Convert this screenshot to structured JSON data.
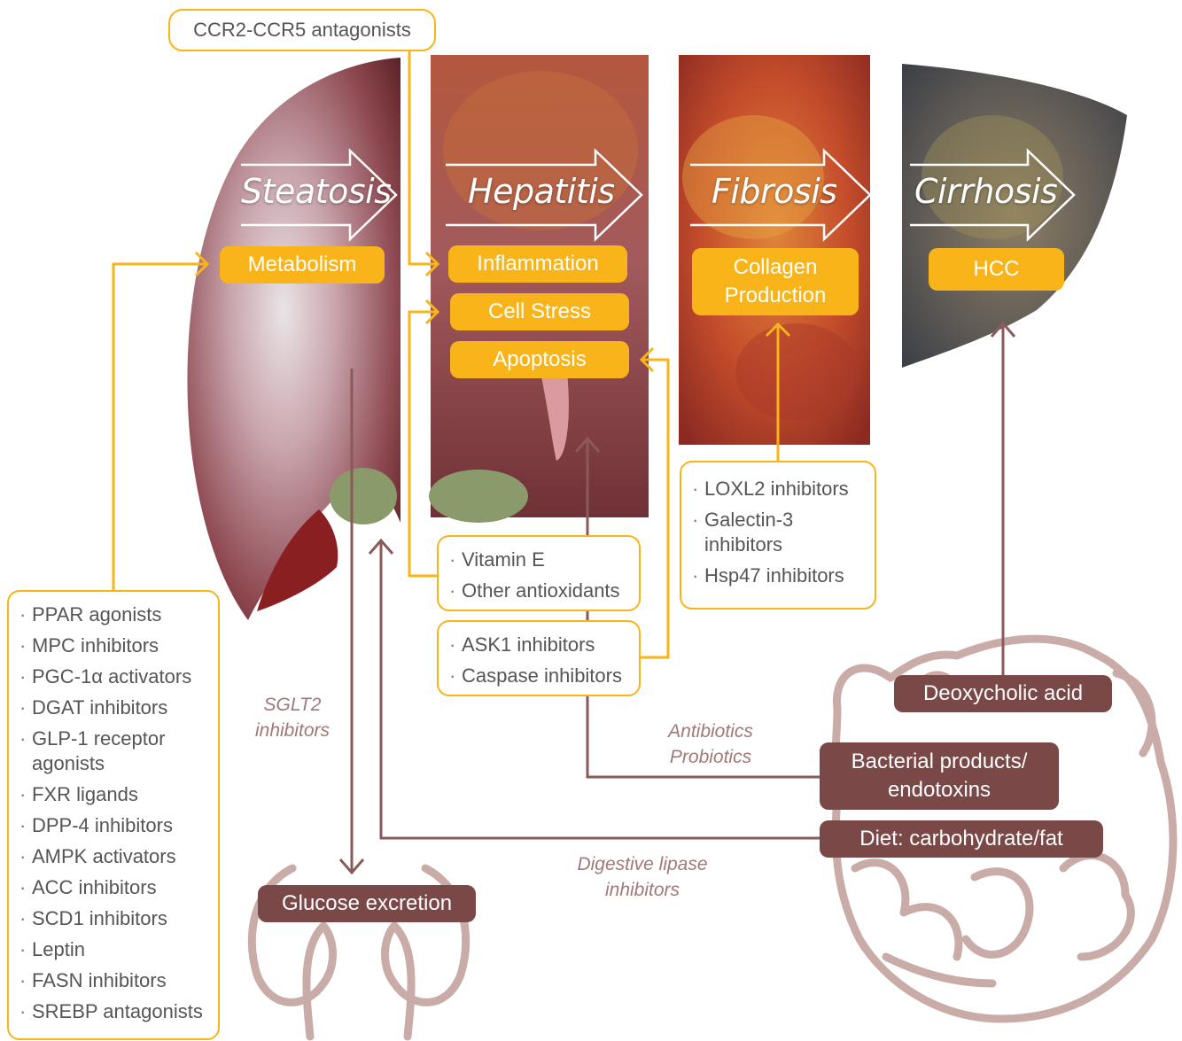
{
  "stages": [
    "Steatosis",
    "Hepatitis",
    "Fibrosis",
    "Cirrhosis"
  ],
  "processes": {
    "metabolism": "Metabolism",
    "inflammation": "Inflammation",
    "cell_stress": "Cell Stress",
    "apoptosis": "Apoptosis",
    "collagen_line1": "Collagen",
    "collagen_line2": "Production",
    "hcc": "HCC"
  },
  "ccr_box": "CCR2-CCR5 antagonists",
  "metabolic_drugs": [
    "PPAR agonists",
    "MPC inhibitors",
    "PGC-1α activators",
    "DGAT inhibitors",
    "GLP-1 receptor agonists",
    "FXR ligands",
    "DPP-4 inhibitors",
    "AMPK activators",
    "ACC inhibitors",
    "SCD1 inhibitors",
    "Leptin",
    "FASN inhibitors",
    "SREBP antagonists"
  ],
  "antioxidants": [
    "Vitamin E",
    "Other antioxidants"
  ],
  "apoptosis_drugs": [
    "ASK1 inhibitors",
    "Caspase inhibitors"
  ],
  "fibrosis_drugs": [
    "LOXL2 inhibitors",
    "Galectin-3 inhibitors",
    "Hsp47 inhibitors"
  ],
  "gut": {
    "deoxycholic": "Deoxycholic acid",
    "bacterial_line1": "Bacterial products/",
    "bacterial_line2": "endotoxins",
    "diet": "Diet: carbohydrate/fat"
  },
  "kidney": {
    "glucose": "Glucose excretion"
  },
  "notes": {
    "sglt2_line1": "SGLT2",
    "sglt2_line2": "inhibitors",
    "abx_line1": "Antibiotics",
    "abx_line2": "Probiotics",
    "lipase_line1": "Digestive lipase",
    "lipase_line2": "inhibitors"
  },
  "colors": {
    "orange": "#f9b419",
    "maroon": "#7b4848",
    "arrow_brown": "#8a5a5a",
    "organ_outline": "#c9aca8"
  }
}
